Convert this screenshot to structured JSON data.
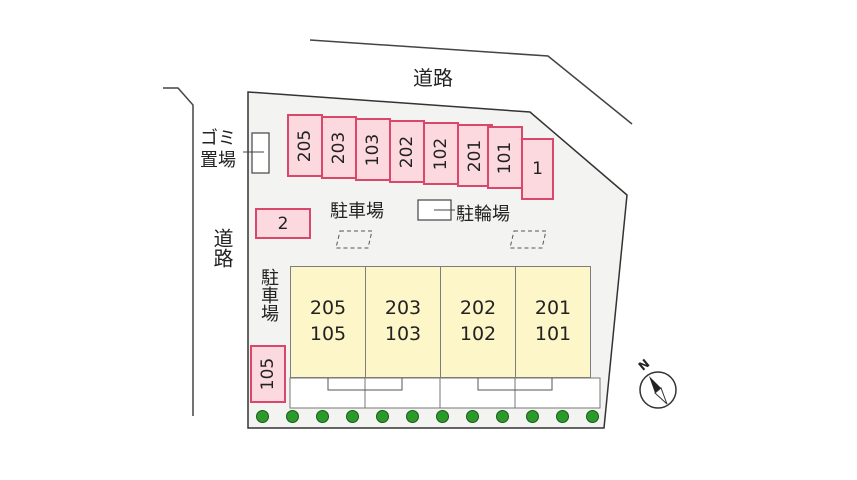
{
  "roads": {
    "top_label": "道路",
    "left_label": "道路"
  },
  "facilities": {
    "garbage": "ゴミ\n置場",
    "parking_top": "駐車場",
    "bicycle": "駐輪場",
    "parking_left": "駐車場"
  },
  "parking_stalls_top": [
    "205",
    "203",
    "103",
    "202",
    "102",
    "201",
    "101",
    "1"
  ],
  "parking_stall_side": "2",
  "parking_stall_left": "105",
  "units": [
    {
      "upper": "205",
      "lower": "105"
    },
    {
      "upper": "203",
      "lower": "103"
    },
    {
      "upper": "202",
      "lower": "102"
    },
    {
      "upper": "201",
      "lower": "101"
    }
  ],
  "compass": {
    "label": "N"
  },
  "tree_count": 12,
  "colors": {
    "site_fill": "#f3f3f1",
    "stall_fill": "#fbd9df",
    "stall_border": "#d9486a",
    "unit_fill": "#fdf6c9",
    "tree": "#2b9a2b"
  }
}
